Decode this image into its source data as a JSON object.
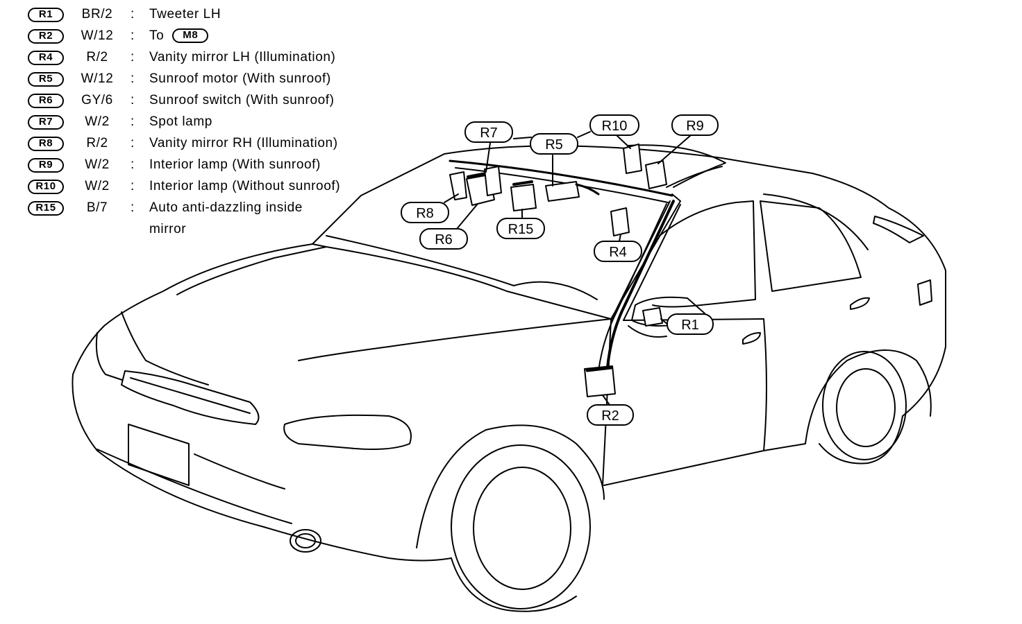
{
  "legend": [
    {
      "code": "R1",
      "wire": "BR/2",
      "sep": ":",
      "desc": "Tweeter LH"
    },
    {
      "code": "R2",
      "wire": "W/12",
      "sep": ":",
      "desc": "To",
      "ref": "M8"
    },
    {
      "code": "R4",
      "wire": "R/2",
      "sep": ":",
      "desc": "Vanity mirror LH (Illumination)"
    },
    {
      "code": "R5",
      "wire": "W/12",
      "sep": ":",
      "desc": "Sunroof motor (With sunroof)"
    },
    {
      "code": "R6",
      "wire": "GY/6",
      "sep": ":",
      "desc": "Sunroof switch (With sunroof)"
    },
    {
      "code": "R7",
      "wire": "W/2",
      "sep": ":",
      "desc": "Spot lamp"
    },
    {
      "code": "R8",
      "wire": "R/2",
      "sep": ":",
      "desc": "Vanity mirror RH (Illumination)"
    },
    {
      "code": "R9",
      "wire": "W/2",
      "sep": ":",
      "desc": "Interior lamp (With sunroof)"
    },
    {
      "code": "R10",
      "wire": "W/2",
      "sep": ":",
      "desc": "Interior lamp (Without sunroof)"
    },
    {
      "code": "R15",
      "wire": "B/7",
      "sep": ":",
      "desc": "Auto anti-dazzling inside",
      "desc_cont": "mirror"
    }
  ],
  "callouts": {
    "r7": "R7",
    "r5": "R5",
    "r10": "R10",
    "r9": "R9",
    "r8": "R8",
    "r6": "R6",
    "r15": "R15",
    "r4": "R4",
    "r1": "R1",
    "r2": "R2"
  },
  "colors": {
    "line": "#000000",
    "background": "#ffffff"
  }
}
